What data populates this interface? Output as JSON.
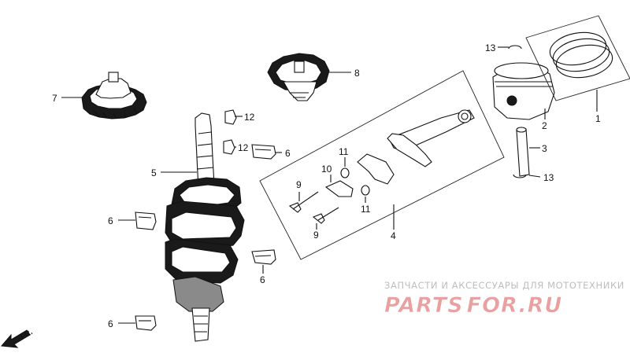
{
  "callouts": {
    "p1": "1",
    "p2": "2",
    "p3": "3",
    "p4": "4",
    "p5": "5",
    "p6a": "6",
    "p6b": "6",
    "p6c": "6",
    "p6d": "6",
    "p7": "7",
    "p8": "8",
    "p9a": "9",
    "p9b": "9",
    "p10": "10",
    "p11a": "11",
    "p11b": "11",
    "p12a": "12",
    "p12b": "12",
    "p13a": "13",
    "p13b": "13"
  },
  "orientation": {
    "label": "FR."
  },
  "watermark": {
    "tagline": "ЗАПЧАСТИ И АКСЕССУАРЫ ДЛЯ МОТОТЕХНИКИ",
    "brand_left": "PARTS",
    "brand_right": "FOR.RU",
    "brand_color": "#e8a0a0"
  }
}
